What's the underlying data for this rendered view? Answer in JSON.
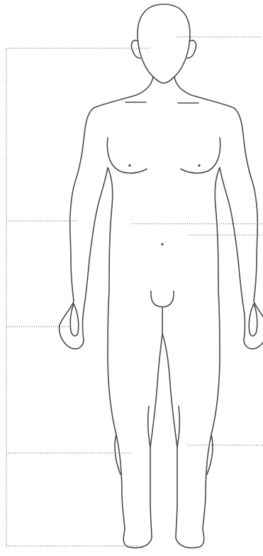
{
  "diagram": {
    "subject": "front-view-male-body-outline",
    "colors": {
      "background": "#ffffff",
      "outline": "#4a4a4a",
      "leader": "#555555"
    },
    "leader_lines": [
      {
        "name": "leader-head-right",
        "side": "right"
      },
      {
        "name": "leader-height-top",
        "side": "left"
      },
      {
        "name": "leader-waist-left",
        "side": "left"
      },
      {
        "name": "leader-waist-right",
        "side": "right"
      },
      {
        "name": "leader-hip-right",
        "side": "right"
      },
      {
        "name": "leader-hand-left",
        "side": "left"
      },
      {
        "name": "leader-knee-left",
        "side": "left"
      },
      {
        "name": "leader-calf-right",
        "side": "right"
      },
      {
        "name": "leader-floor-left",
        "side": "left"
      }
    ]
  }
}
